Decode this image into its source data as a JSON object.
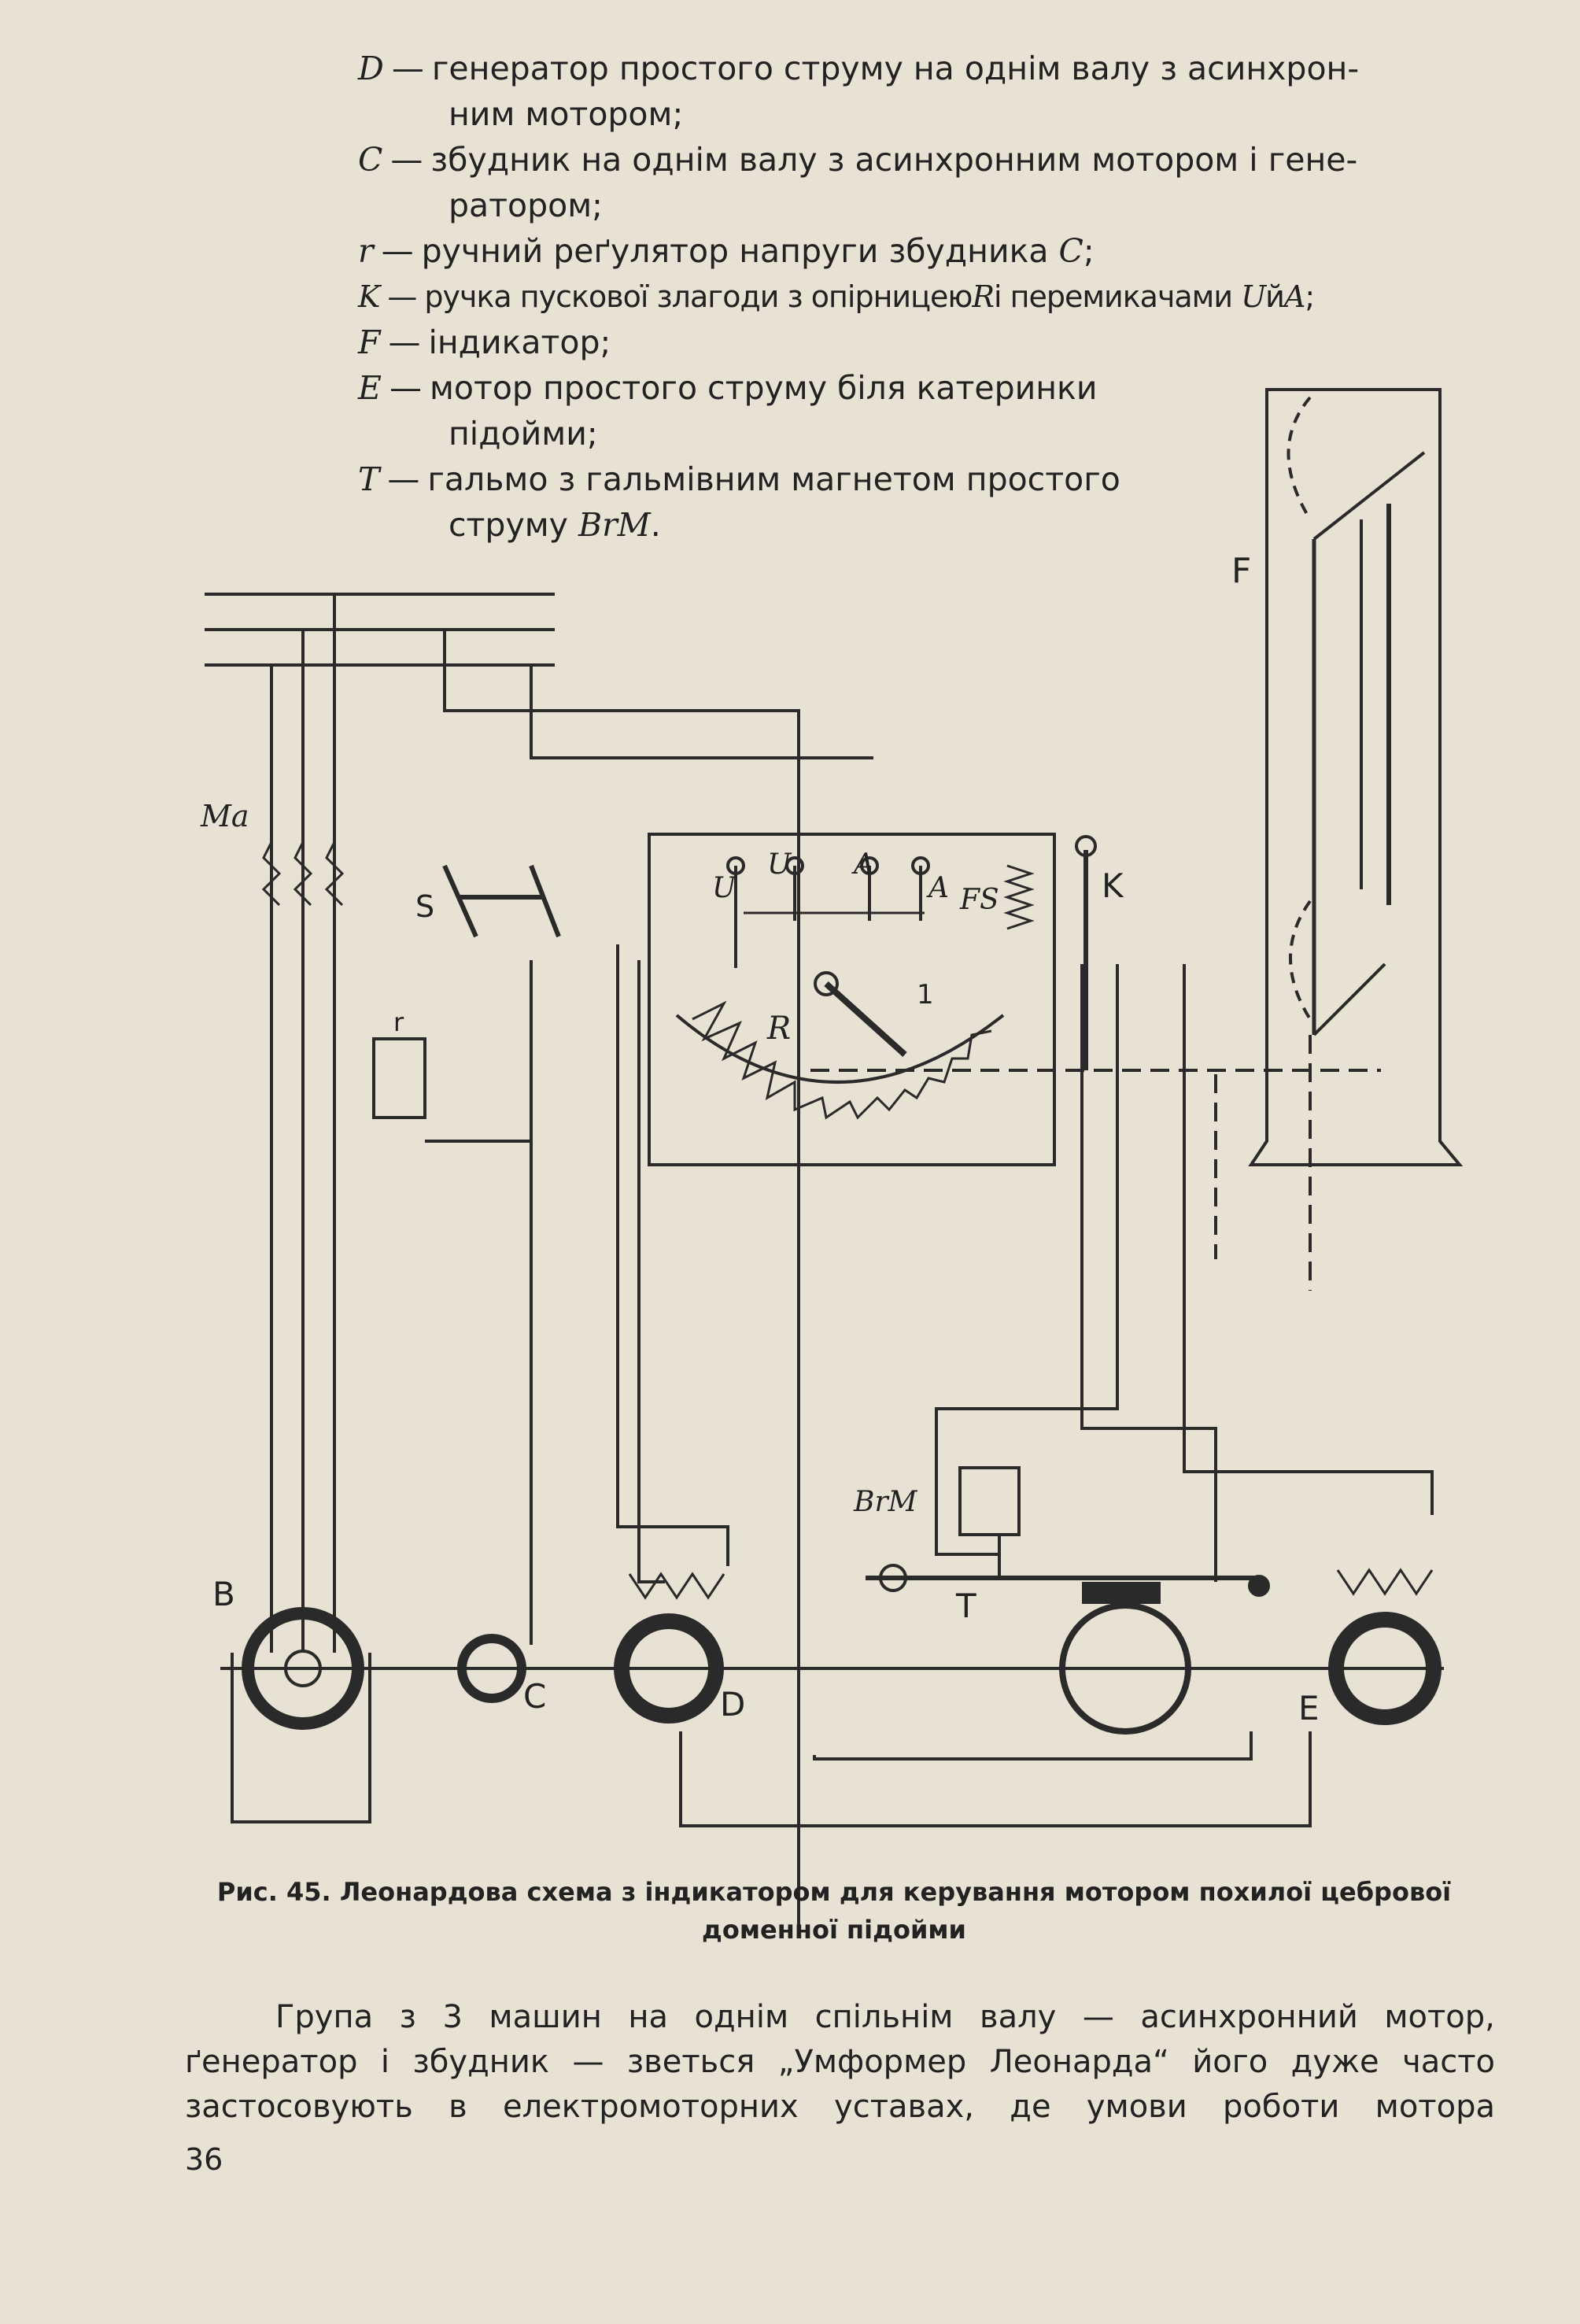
{
  "legend": [
    {
      "sym": "D",
      "text": "генератор простого струму на однім валу з асинхрон-",
      "cont": "ним мотором;"
    },
    {
      "sym": "C",
      "text": "збудник на однім валу з асинхронним мотором і гене-",
      "cont": "ратором;"
    },
    {
      "sym": "r",
      "text": "ручний реґулятор напруги збудника",
      "sym2": "C",
      "tail": ";"
    },
    {
      "sym": "K",
      "text": "ручка пускової злагоди з опірницею",
      "sym2": "R",
      "text2": "і перемикачами",
      "sym3": "U",
      "text3": "й",
      "sym4": "A",
      "tail": ";"
    },
    {
      "sym": "F",
      "text": "індикатор;"
    },
    {
      "sym": "E",
      "text": "мотор простого струму біля катеринки",
      "cont": "підойми;"
    },
    {
      "sym": "T",
      "text": "гальмо з гальмівним магнетом простого",
      "cont": "струму",
      "cont_sym": "BrM",
      "cont_tail": "."
    }
  ],
  "diagram_labels": {
    "Ma": "Ma",
    "S": "S",
    "r": "r",
    "K": "K",
    "F": "F",
    "U1": "U",
    "U2": "U",
    "A1": "A",
    "A2": "A",
    "FS": "FS",
    "R": "R",
    "one": "1",
    "BrM": "BrM",
    "T": "T",
    "B": "B",
    "C": "C",
    "D": "D",
    "E": "E"
  },
  "caption": {
    "line1": "Рис. 45. Леонардова схема з індикатором для керування мотором похилої цебрової",
    "line2": "доменної підойми"
  },
  "body": [
    {
      "words": [
        "Група",
        "з",
        "3",
        "машин",
        "на",
        "однім",
        "спільнім",
        "валу",
        "—",
        "асинхронний",
        "мотор,"
      ]
    },
    {
      "words": [
        "ґенератор",
        "і",
        "збудник",
        "—",
        "зветься",
        "„Умформер",
        "Леонарда“",
        "його",
        "дуже",
        "часто"
      ]
    },
    {
      "words": [
        "застосовують",
        "в",
        "електромоторних",
        "уставах,",
        "де",
        "умови",
        "роботи",
        "мотора"
      ]
    }
  ],
  "page_number": "36"
}
